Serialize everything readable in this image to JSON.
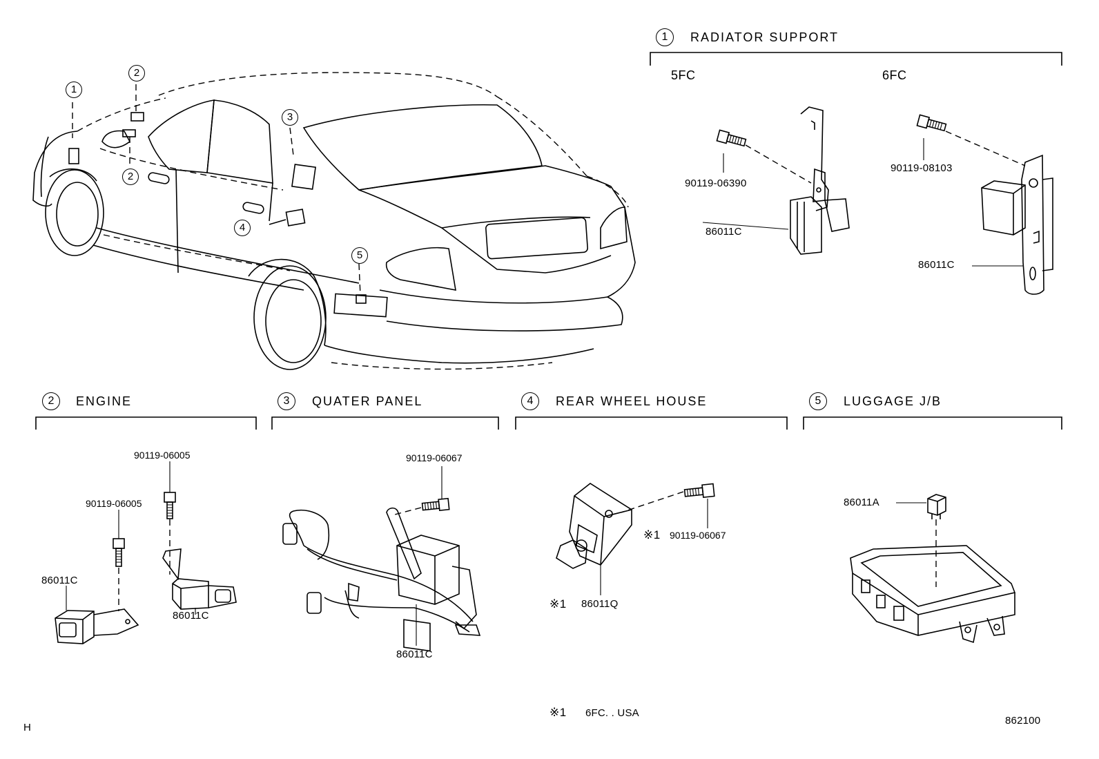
{
  "sections": {
    "radiator_support": {
      "number": "1",
      "title": "RADIATOR SUPPORT",
      "variant_a": "5FC",
      "variant_b": "6FC",
      "bolt_a": "90119-06390",
      "part_a": "86011C",
      "bolt_b": "90119-08103",
      "part_b": "86011C"
    },
    "engine": {
      "number": "2",
      "title": "ENGINE",
      "bolt_top": "90119-06005",
      "bolt_left": "90119-06005",
      "part_left": "86011C",
      "part_right": "86011C"
    },
    "quater_panel": {
      "number": "3",
      "title": "QUATER PANEL",
      "bolt": "90119-06067",
      "part": "86011C"
    },
    "rear_wheel_house": {
      "number": "4",
      "title": "REAR WHEEL HOUSE",
      "bolt_mark": "※1",
      "bolt": "90119-06067",
      "part_mark": "※1",
      "part": "86011Q"
    },
    "luggage_jb": {
      "number": "5",
      "title": "LUGGAGE J/B",
      "part": "86011A"
    }
  },
  "car_callouts": [
    "1",
    "2",
    "2",
    "3",
    "4",
    "5"
  ],
  "footnote": {
    "mark": "※1",
    "text": "6FC. . USA"
  },
  "page_code": "H",
  "drawing_number": "862100"
}
